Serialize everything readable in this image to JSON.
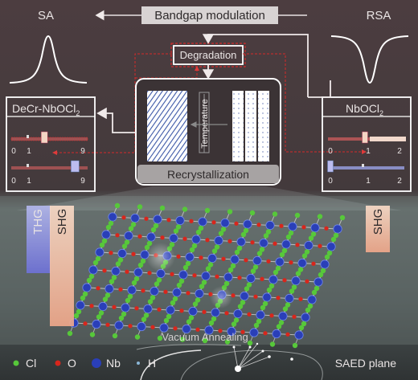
{
  "top": {
    "left_label": "SA",
    "right_label": "RSA",
    "banner": "Bandgap modulation"
  },
  "process": {
    "degradation": "Degradation",
    "recrystallization": "Recrystallization",
    "temperature": "Temperature"
  },
  "left_panel": {
    "title_main": "DeCr-NbOCl",
    "title_sub": "2",
    "slider1": {
      "min": "0",
      "tick": "1",
      "max": "9",
      "value": 4
    },
    "slider2": {
      "min": "0",
      "tick": "1",
      "max": "9",
      "value": 8
    }
  },
  "right_panel": {
    "title_main": "NbOCl",
    "title_sub": "2",
    "slider1": {
      "min": "0",
      "tick": "1",
      "max": "2",
      "value": 1
    },
    "slider2": {
      "min": "0",
      "tick": "1",
      "max": "2",
      "value": 0
    }
  },
  "crystal": {
    "thg": "THG",
    "shg_left": "SHG",
    "shg_right": "SHG",
    "annealing": "Vacuum Annealing"
  },
  "legend": {
    "items": [
      {
        "symbol": "Cl",
        "color": "#57c83a"
      },
      {
        "symbol": "O",
        "color": "#d8261c"
      },
      {
        "symbol": "Nb",
        "color": "#2a3fb8"
      },
      {
        "symbol": "H",
        "color": "#8ab6d6"
      }
    ],
    "saed": "SAED plane"
  }
}
